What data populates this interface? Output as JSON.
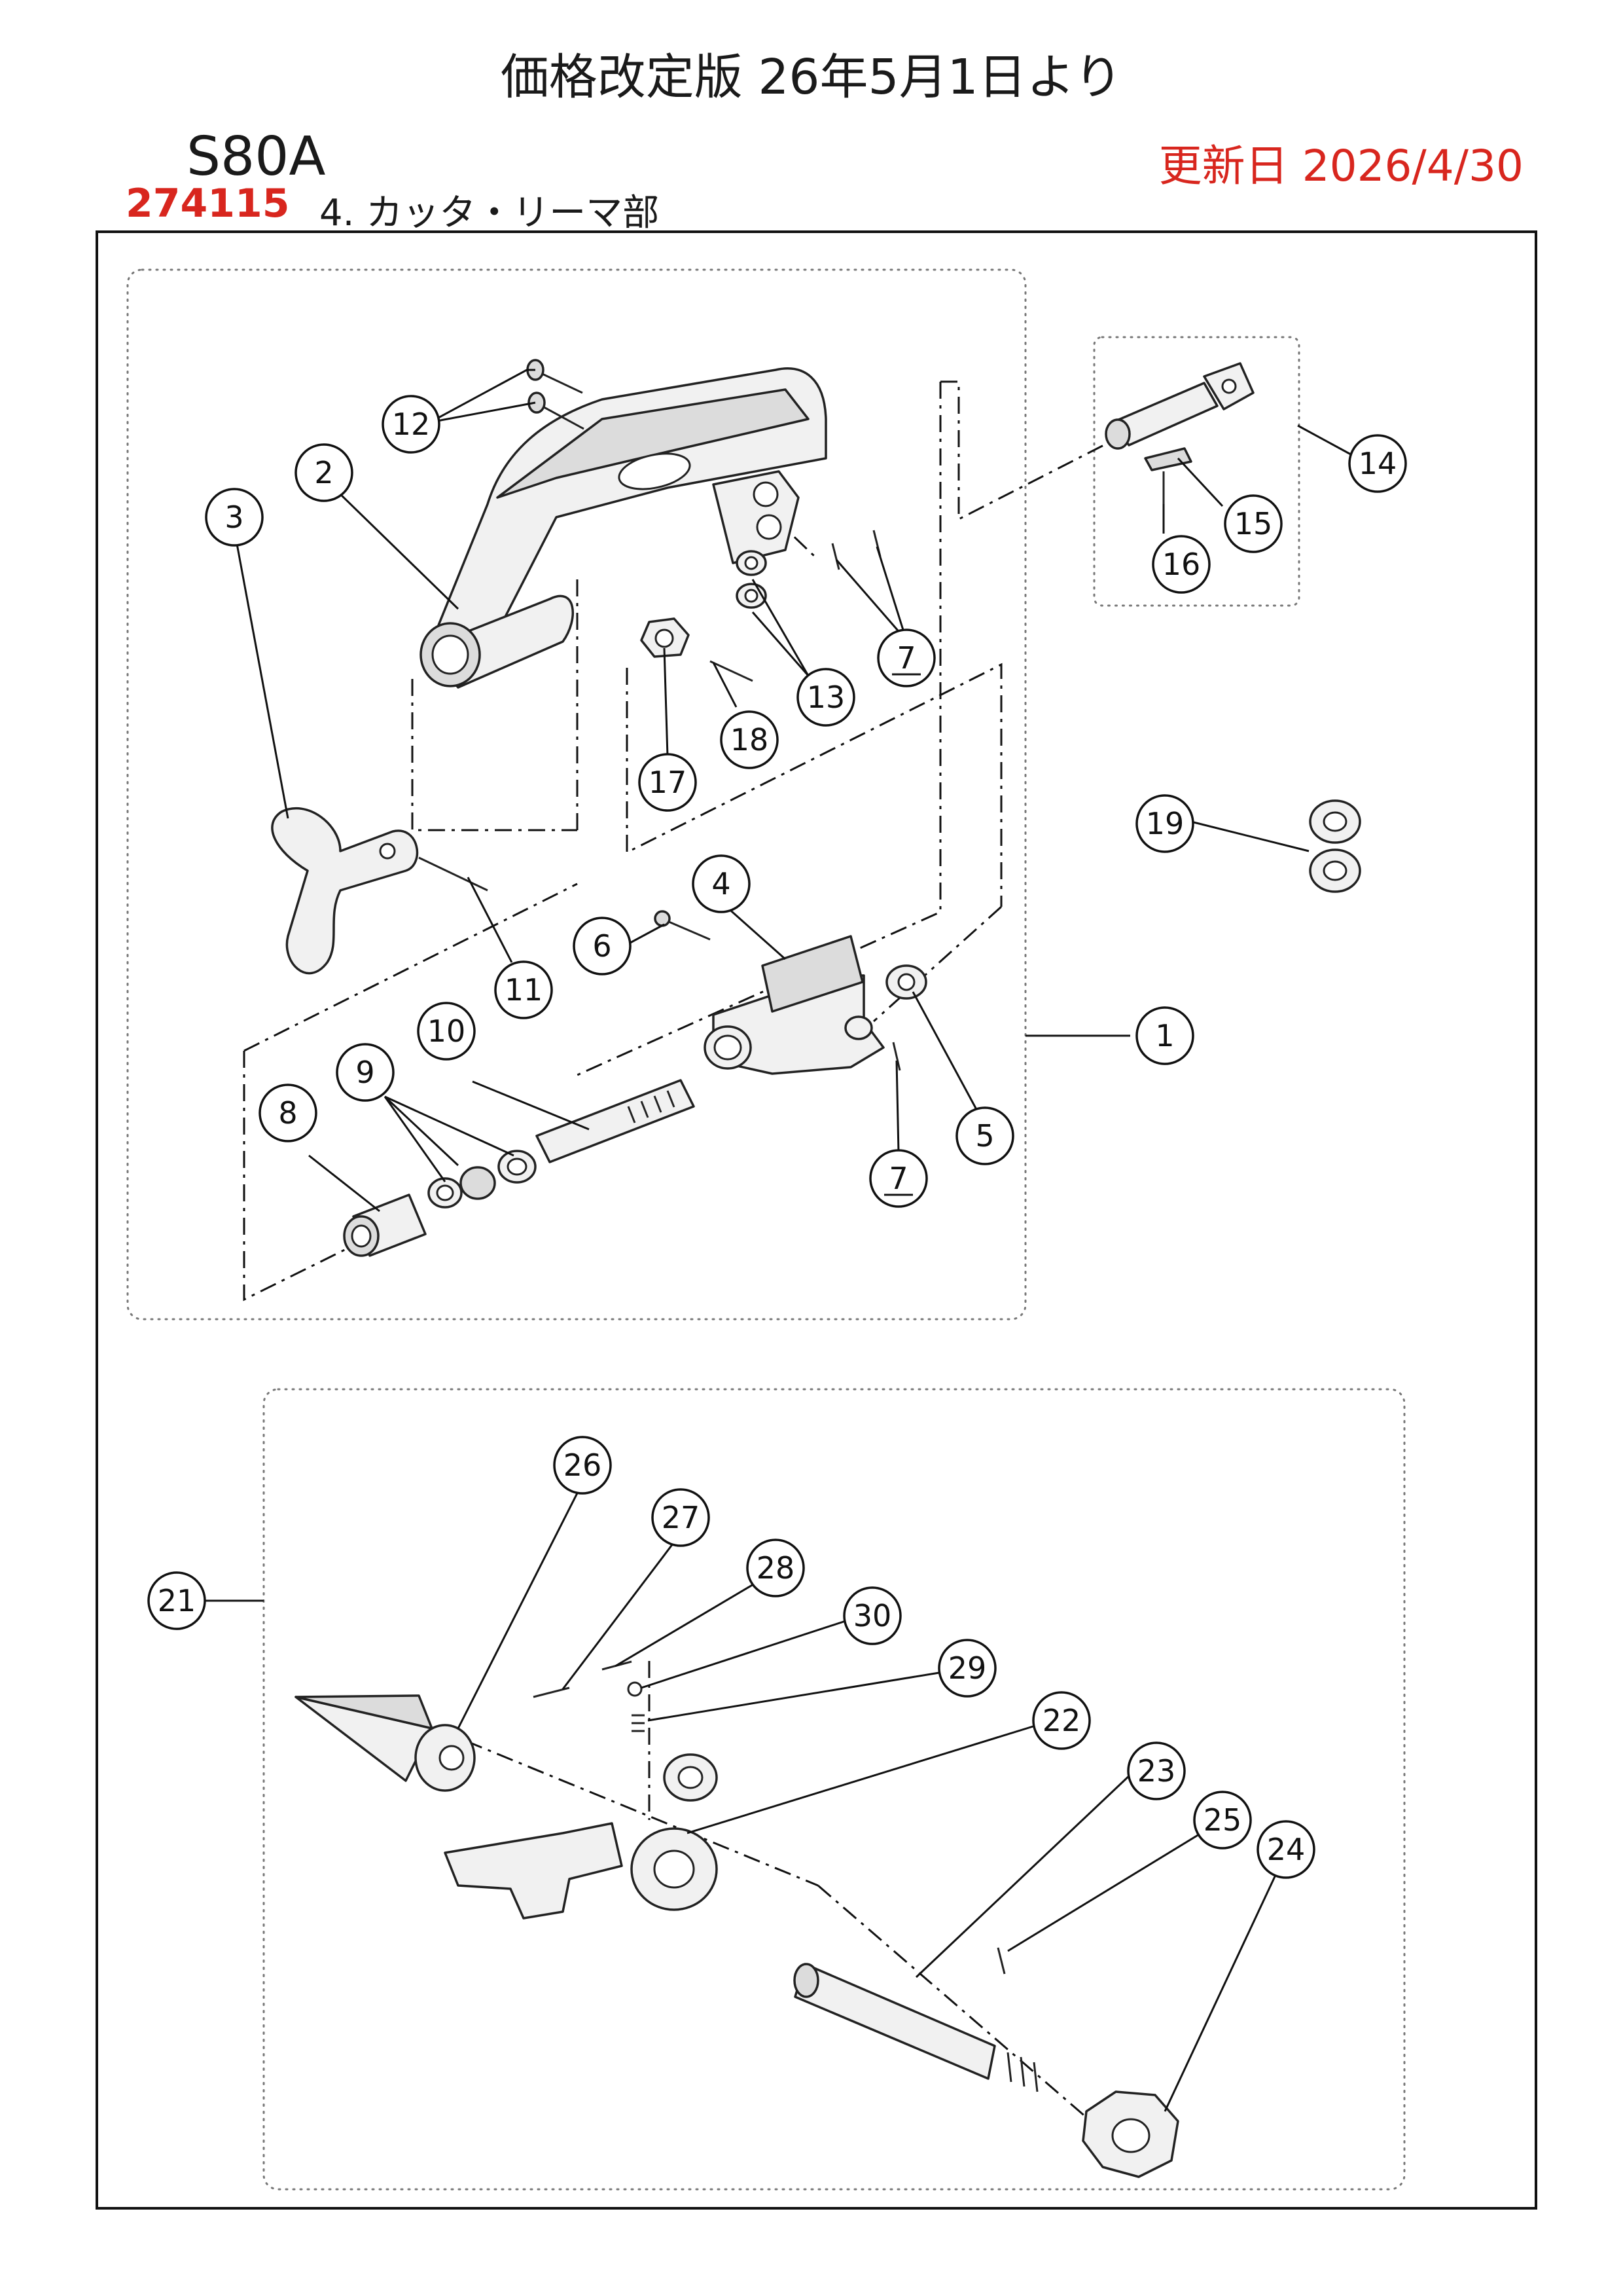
{
  "header": {
    "banner": "価格改定版 26年5月1日より",
    "model": "S80A",
    "updated": "更新日  2026/4/30",
    "part_no": "274115",
    "section": "4. カッタ・リーマ部"
  },
  "colors": {
    "accent": "#d8261e",
    "ink": "#111111"
  },
  "callouts": [
    {
      "id": "12",
      "label": "12"
    },
    {
      "id": "2",
      "label": "2"
    },
    {
      "id": "3",
      "label": "3"
    },
    {
      "id": "14",
      "label": "14"
    },
    {
      "id": "15",
      "label": "15"
    },
    {
      "id": "16",
      "label": "16"
    },
    {
      "id": "7a",
      "label": "7"
    },
    {
      "id": "13",
      "label": "13"
    },
    {
      "id": "18",
      "label": "18"
    },
    {
      "id": "17",
      "label": "17"
    },
    {
      "id": "19",
      "label": "19"
    },
    {
      "id": "4",
      "label": "4"
    },
    {
      "id": "6",
      "label": "6"
    },
    {
      "id": "11",
      "label": "11"
    },
    {
      "id": "1",
      "label": "1"
    },
    {
      "id": "10",
      "label": "10"
    },
    {
      "id": "9",
      "label": "9"
    },
    {
      "id": "8",
      "label": "8"
    },
    {
      "id": "5",
      "label": "5"
    },
    {
      "id": "7b",
      "label": "7"
    },
    {
      "id": "26",
      "label": "26"
    },
    {
      "id": "27",
      "label": "27"
    },
    {
      "id": "28",
      "label": "28"
    },
    {
      "id": "21",
      "label": "21"
    },
    {
      "id": "30",
      "label": "30"
    },
    {
      "id": "29",
      "label": "29"
    },
    {
      "id": "22",
      "label": "22"
    },
    {
      "id": "23",
      "label": "23"
    },
    {
      "id": "25",
      "label": "25"
    },
    {
      "id": "24",
      "label": "24"
    }
  ]
}
